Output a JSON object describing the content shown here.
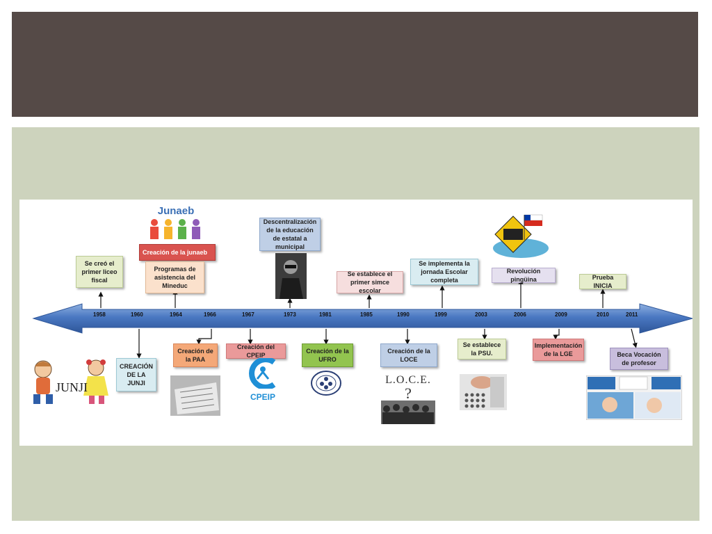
{
  "diagram": {
    "years": [
      "1958",
      "1960",
      "1964",
      "1966",
      "1967",
      "1973",
      "1981",
      "1985",
      "1990",
      "1999",
      "2003",
      "2006",
      "2009",
      "2010",
      "2011"
    ],
    "events_above": [
      {
        "id": "liceo",
        "text": "Se creó el primer liceo fiscal"
      },
      {
        "id": "junaeb",
        "text": "Creación de la junaeb"
      },
      {
        "id": "asistencia",
        "text": "Programas de asistencia del Mineduc"
      },
      {
        "id": "descentralizacion",
        "text": "Descentralización de la educación de estatal a municipal"
      },
      {
        "id": "simce",
        "text": "Se establece el primer simce escolar"
      },
      {
        "id": "jornada",
        "text": "Se implementa la jornada Escolar completa"
      },
      {
        "id": "pinguina",
        "text": "Revolución pingüina"
      },
      {
        "id": "inicia",
        "text": "Prueba INICIA"
      }
    ],
    "events_below": [
      {
        "id": "junji",
        "text": "CREACIÓN DE LA JUNJI"
      },
      {
        "id": "paa",
        "text": "Creación de la PAA"
      },
      {
        "id": "cpeip",
        "text": "Creación del CPEIP"
      },
      {
        "id": "ufro",
        "text": "Creación de la UFRO"
      },
      {
        "id": "loce",
        "text": "Creación de la LOCE"
      },
      {
        "id": "psu",
        "text": "Se establece la PSU."
      },
      {
        "id": "lge",
        "text": "Implementación de la LGE"
      },
      {
        "id": "beca",
        "text": "Beca Vocación de profesor"
      }
    ],
    "logos": {
      "junaeb": "Junaeb",
      "junji": "JUNJI",
      "cpeip": "CPEIP",
      "loce": "L.O.C.E.",
      "loce_mark": "?"
    }
  },
  "colors": {
    "title_bar": "#554a47",
    "panel": "#cdd3bd",
    "arrow": "#4a78c2"
  }
}
